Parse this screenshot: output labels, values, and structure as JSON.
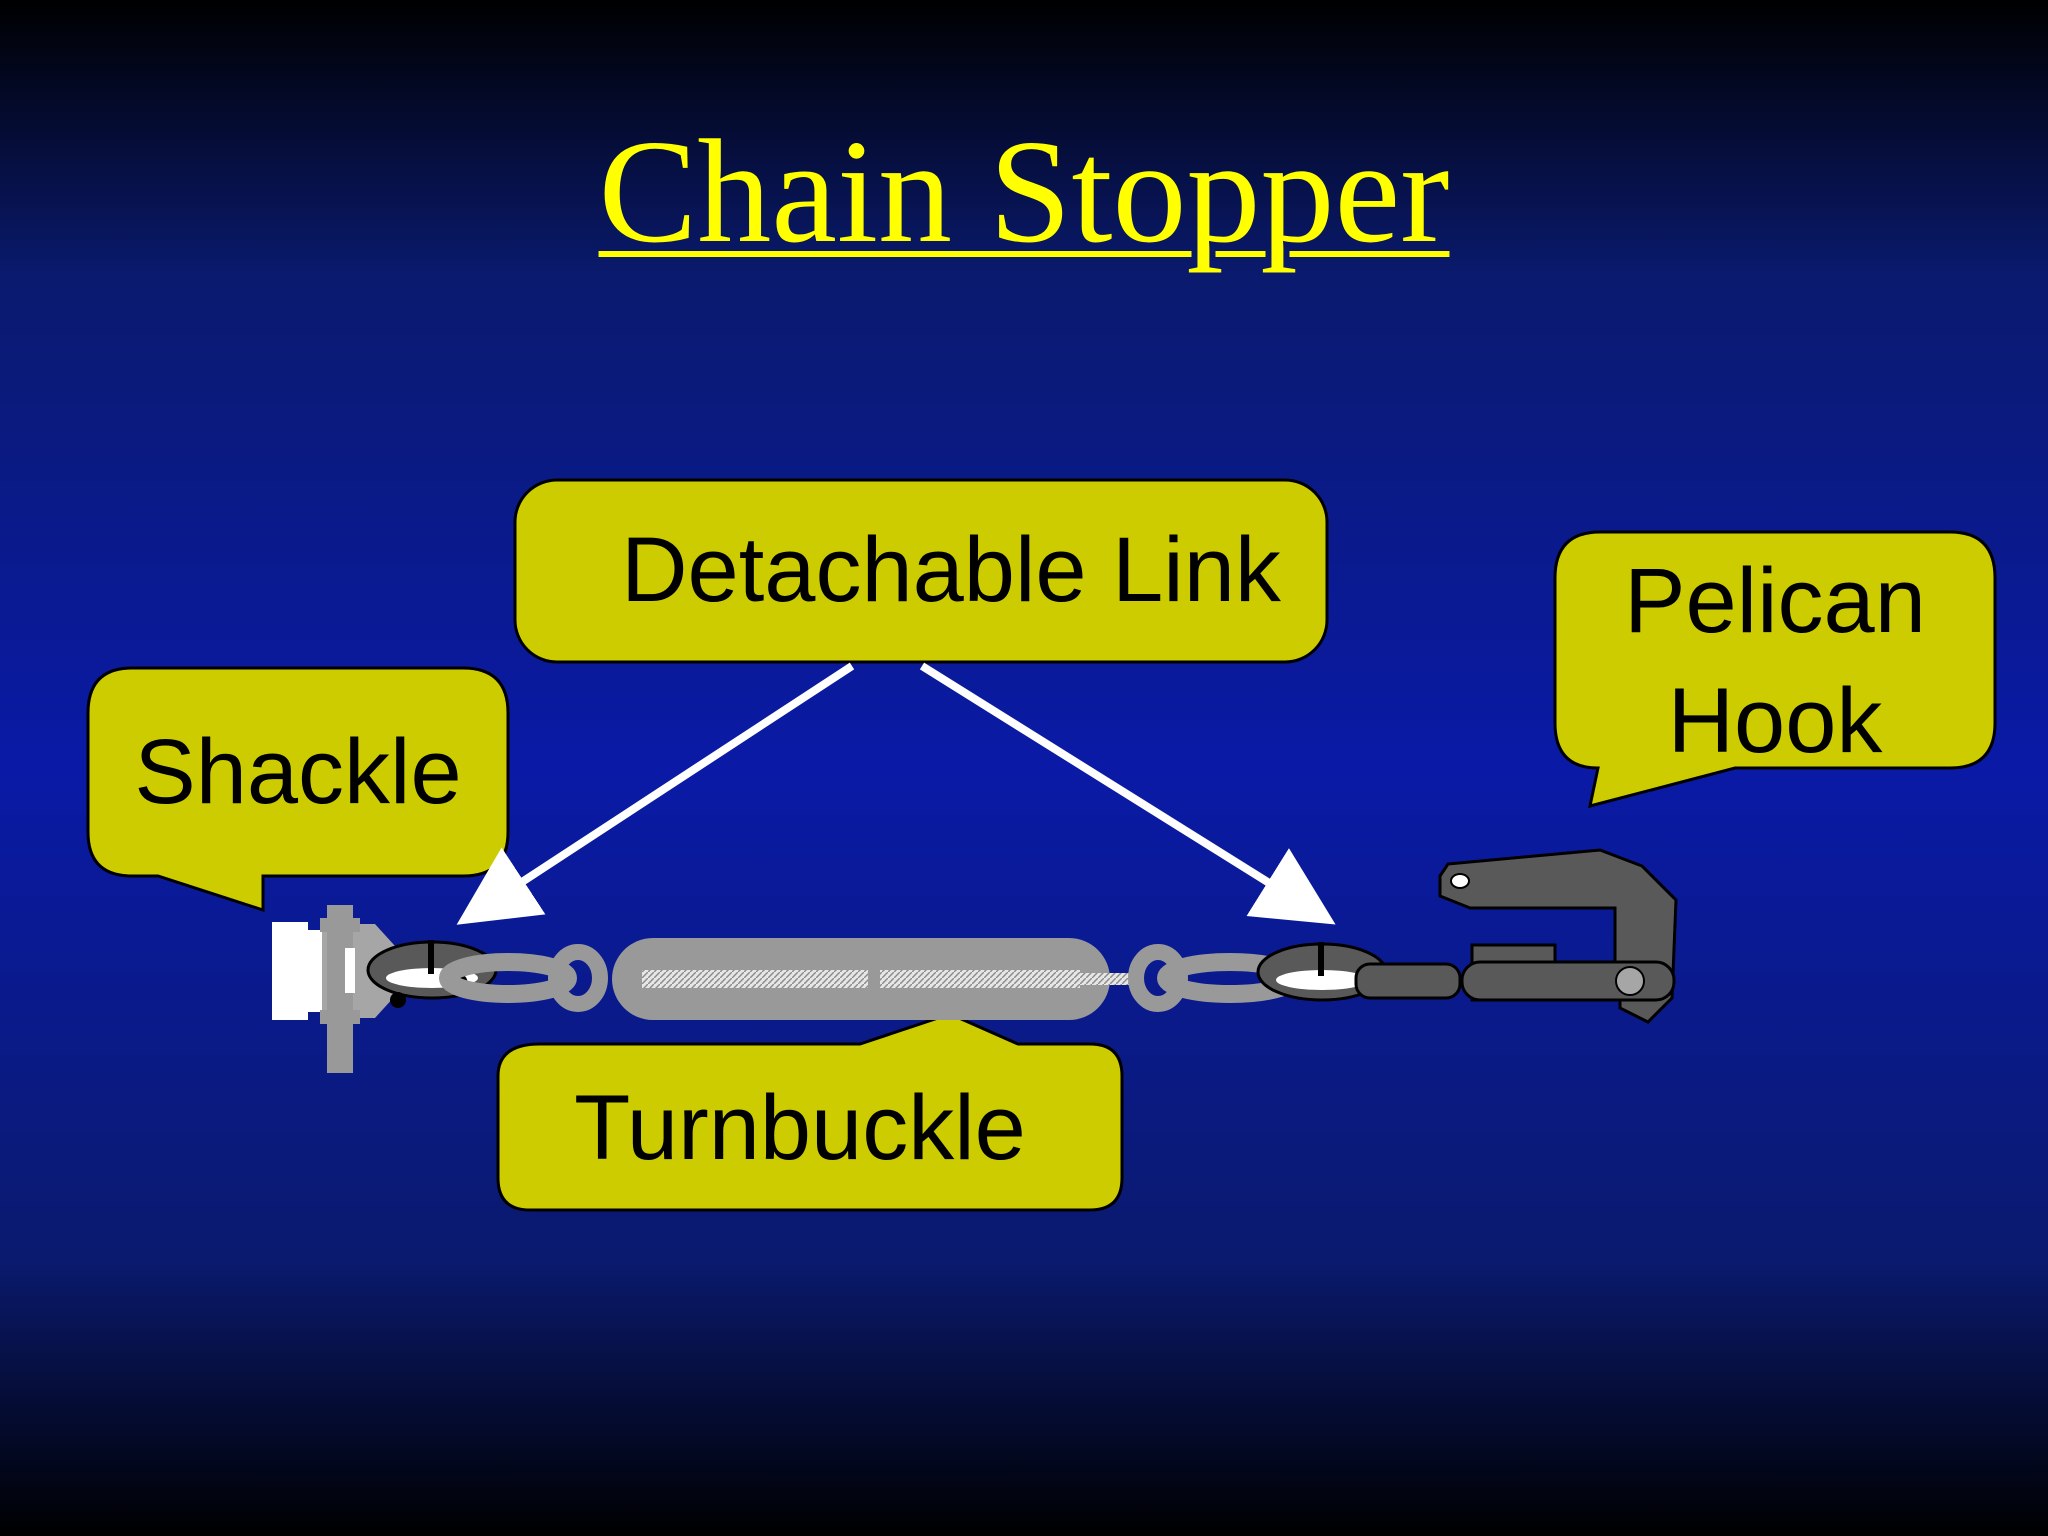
{
  "slide": {
    "title": "Chain Stopper",
    "colors": {
      "title": "#ffff00",
      "callout_fill": "#cccc00",
      "callout_border": "#000000",
      "arrow": "#ffffff",
      "chain_light": "#999999",
      "chain_dark": "#595959",
      "background_center": "#0a1aa6",
      "background_edge": "#000000"
    }
  },
  "callouts": {
    "detachable_link": "Detachable Link",
    "pelican_hook_line1": "Pelican",
    "pelican_hook_line2": "Hook",
    "shackle": "Shackle",
    "turnbuckle": "Turnbuckle"
  },
  "icons": [
    "shackle-icon",
    "detachable-link-icon",
    "turnbuckle-icon",
    "chain-link-icon",
    "pelican-hook-icon"
  ]
}
